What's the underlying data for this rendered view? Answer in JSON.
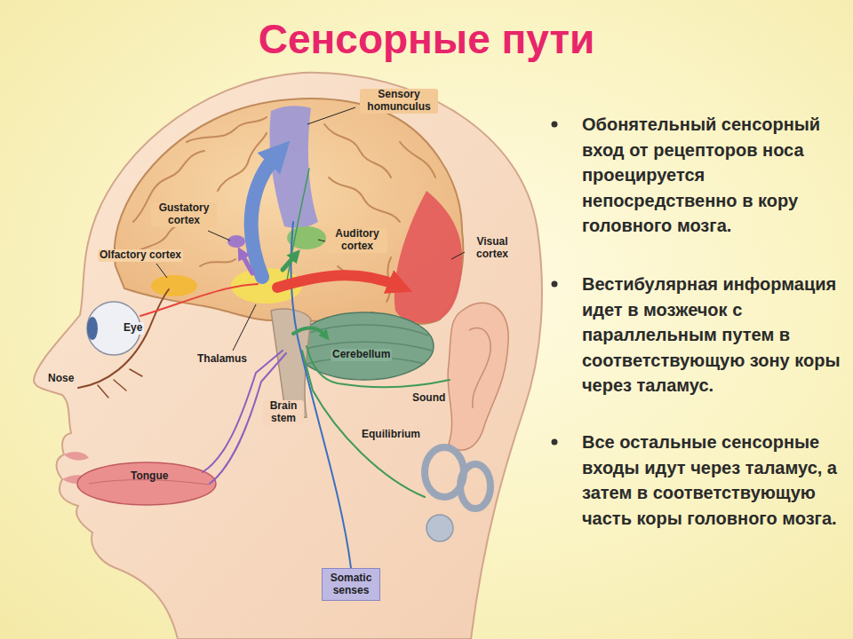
{
  "diagram": {
    "title": "Сенсорные пути",
    "nodes": [
      {
        "text": [
          "Somatic senses"
        ]
      }
    ],
    "labels": [
      "Sensory homunculus",
      "Gustatory cortex",
      "Olfactory cortex",
      "Auditory cortex",
      "Visual cortex",
      "Eye",
      "Thalamus",
      "Cerebellum",
      "Nose",
      "Sound",
      "Brain stem",
      "Equilibrium",
      "Tongue",
      "Обонятельный сенсорный вход от рецепторов носа проецируется непосредственно в кору головного мозга.",
      "Вестибулярная информация идет в мозжечок с параллельным путем в соответствующую зону коры через таламус.",
      "Все остальные сенсорные входы идут через таламус, а затем в соответствующую часть коры головного мозга."
    ]
  }
}
